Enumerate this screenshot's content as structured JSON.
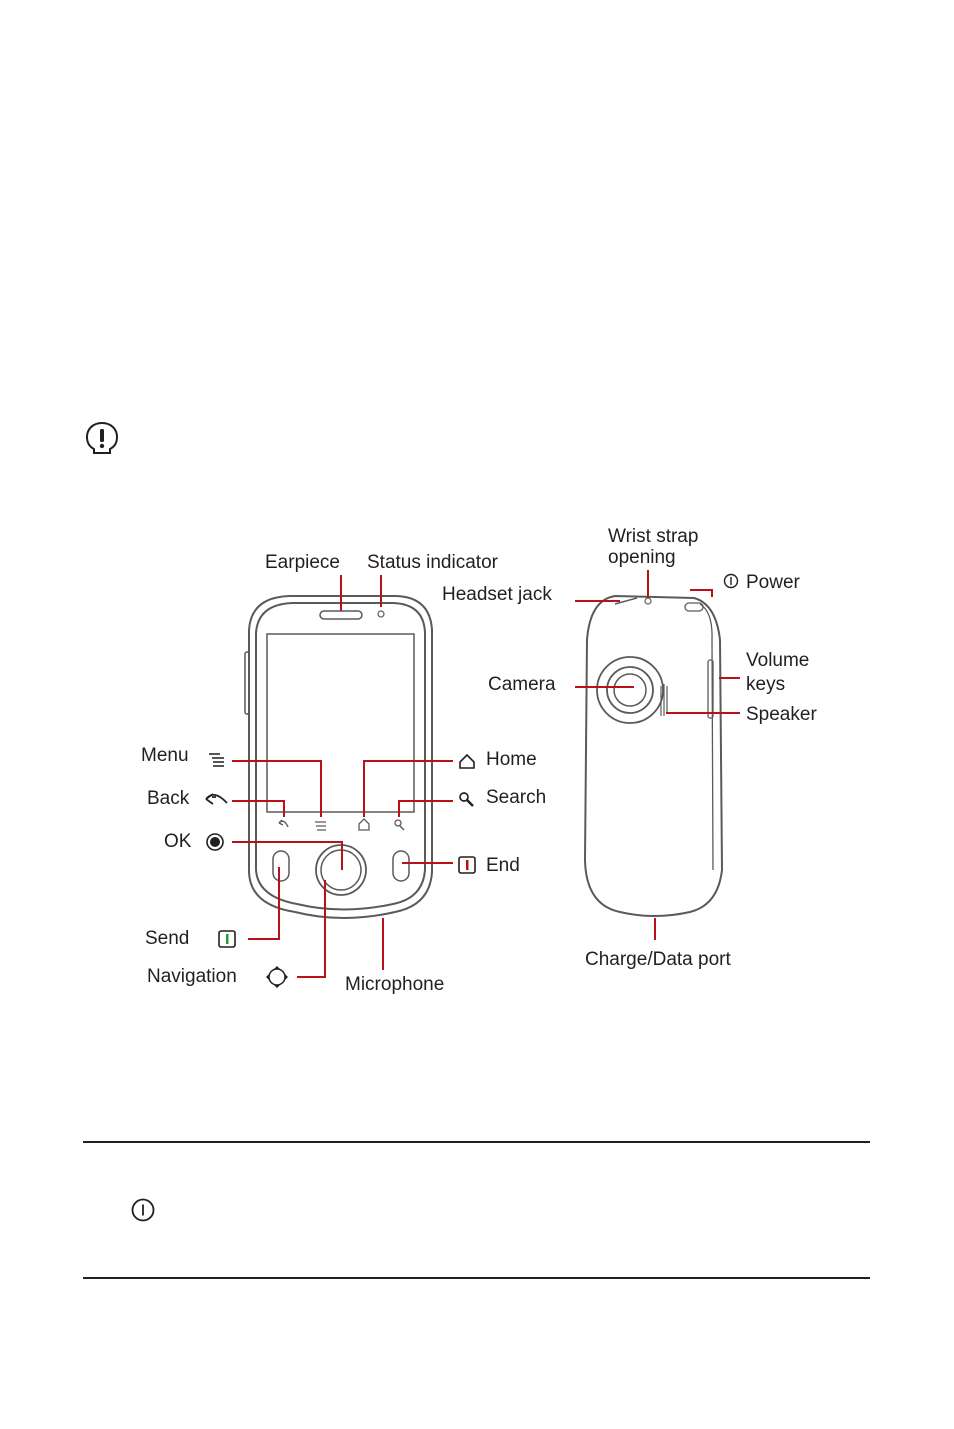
{
  "labels": {
    "earpiece": "Earpiece",
    "status_indicator": "Status indicator",
    "wrist_strap": "Wrist strap",
    "wrist_strap_2": "opening",
    "headset_jack": "Headset jack",
    "power": "Power",
    "camera": "Camera",
    "volume": "Volume",
    "volume_2": "keys",
    "speaker": "Speaker",
    "menu": "Menu",
    "home": "Home",
    "back": "Back",
    "search": "Search",
    "ok": "OK",
    "end": "End",
    "send": "Send",
    "navigation": "Navigation",
    "microphone": "Microphone",
    "charge_port": "Charge/Data port"
  },
  "colors": {
    "callout": "#b5121b",
    "outline": "#5a5a5a",
    "text": "#231f20"
  },
  "icons": [
    "note-icon",
    "menu-icon",
    "home-icon",
    "back-icon",
    "search-icon",
    "ok-icon",
    "end-icon",
    "send-icon",
    "navigation-icon",
    "power-icon"
  ]
}
